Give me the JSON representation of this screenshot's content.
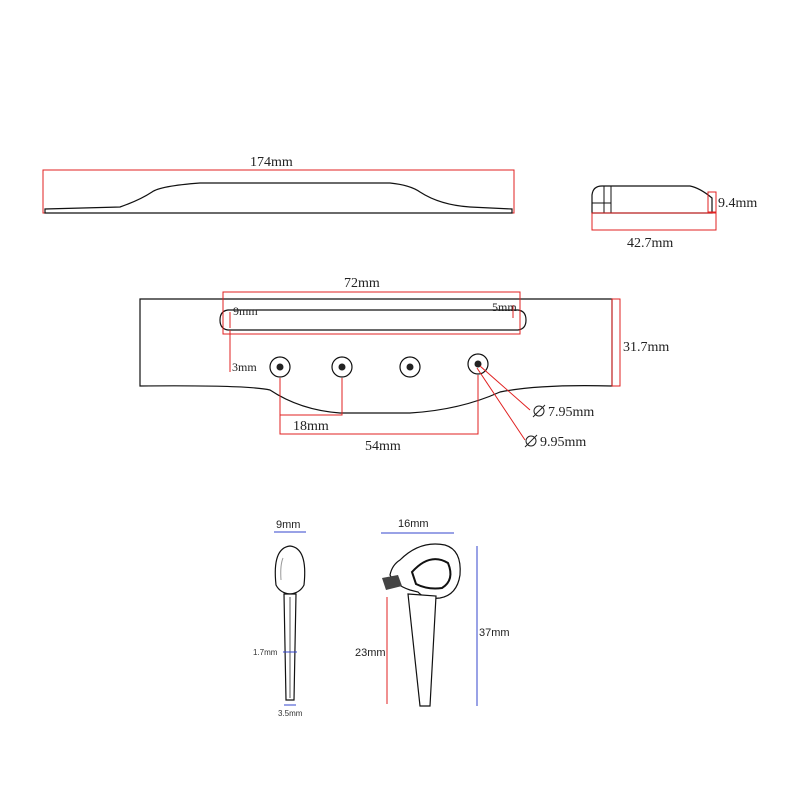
{
  "bridge_top": {
    "length": "174mm"
  },
  "bridge_side": {
    "height": "9.4mm",
    "width": "42.7mm"
  },
  "bridge_front": {
    "slot_length": "72mm",
    "slot_left_width": "9mm",
    "slot_right_width": "5mm",
    "slot_gap": "3mm",
    "height": "31.7mm",
    "hole_spacing": "18mm",
    "hole_span": "54mm",
    "inner_diameter": "7.95mm",
    "outer_diameter": "9.95mm"
  },
  "pin": {
    "head_width": "9mm",
    "mid_width": "1.7mm",
    "tip_width": "3.5mm"
  },
  "skull_pin": {
    "head_width": "16mm",
    "shaft_length": "23mm",
    "total_length": "37mm"
  },
  "colors": {
    "dimension_red": "#e02020",
    "dimension_blue": "#3344cc",
    "outline": "#111111"
  }
}
